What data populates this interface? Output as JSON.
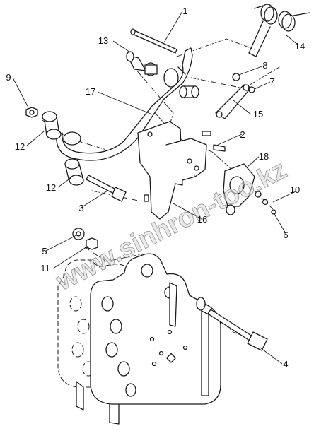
{
  "diagram": {
    "watermark": "www.sinhron-too.kz",
    "colors": {
      "line": "#1a1a1a",
      "part_fill": "#ffffff",
      "watermark": "#d9d9d9"
    },
    "callouts": [
      {
        "label": "1"
      },
      {
        "label": "2"
      },
      {
        "label": "3"
      },
      {
        "label": "4"
      },
      {
        "label": "5"
      },
      {
        "label": "6"
      },
      {
        "label": "7"
      },
      {
        "label": "8"
      },
      {
        "label": "9"
      },
      {
        "label": "10"
      },
      {
        "label": "11"
      },
      {
        "label": "12"
      },
      {
        "label": "12"
      },
      {
        "label": "13"
      },
      {
        "label": "14"
      },
      {
        "label": "15"
      },
      {
        "label": "16"
      },
      {
        "label": "17"
      },
      {
        "label": "18"
      }
    ]
  }
}
